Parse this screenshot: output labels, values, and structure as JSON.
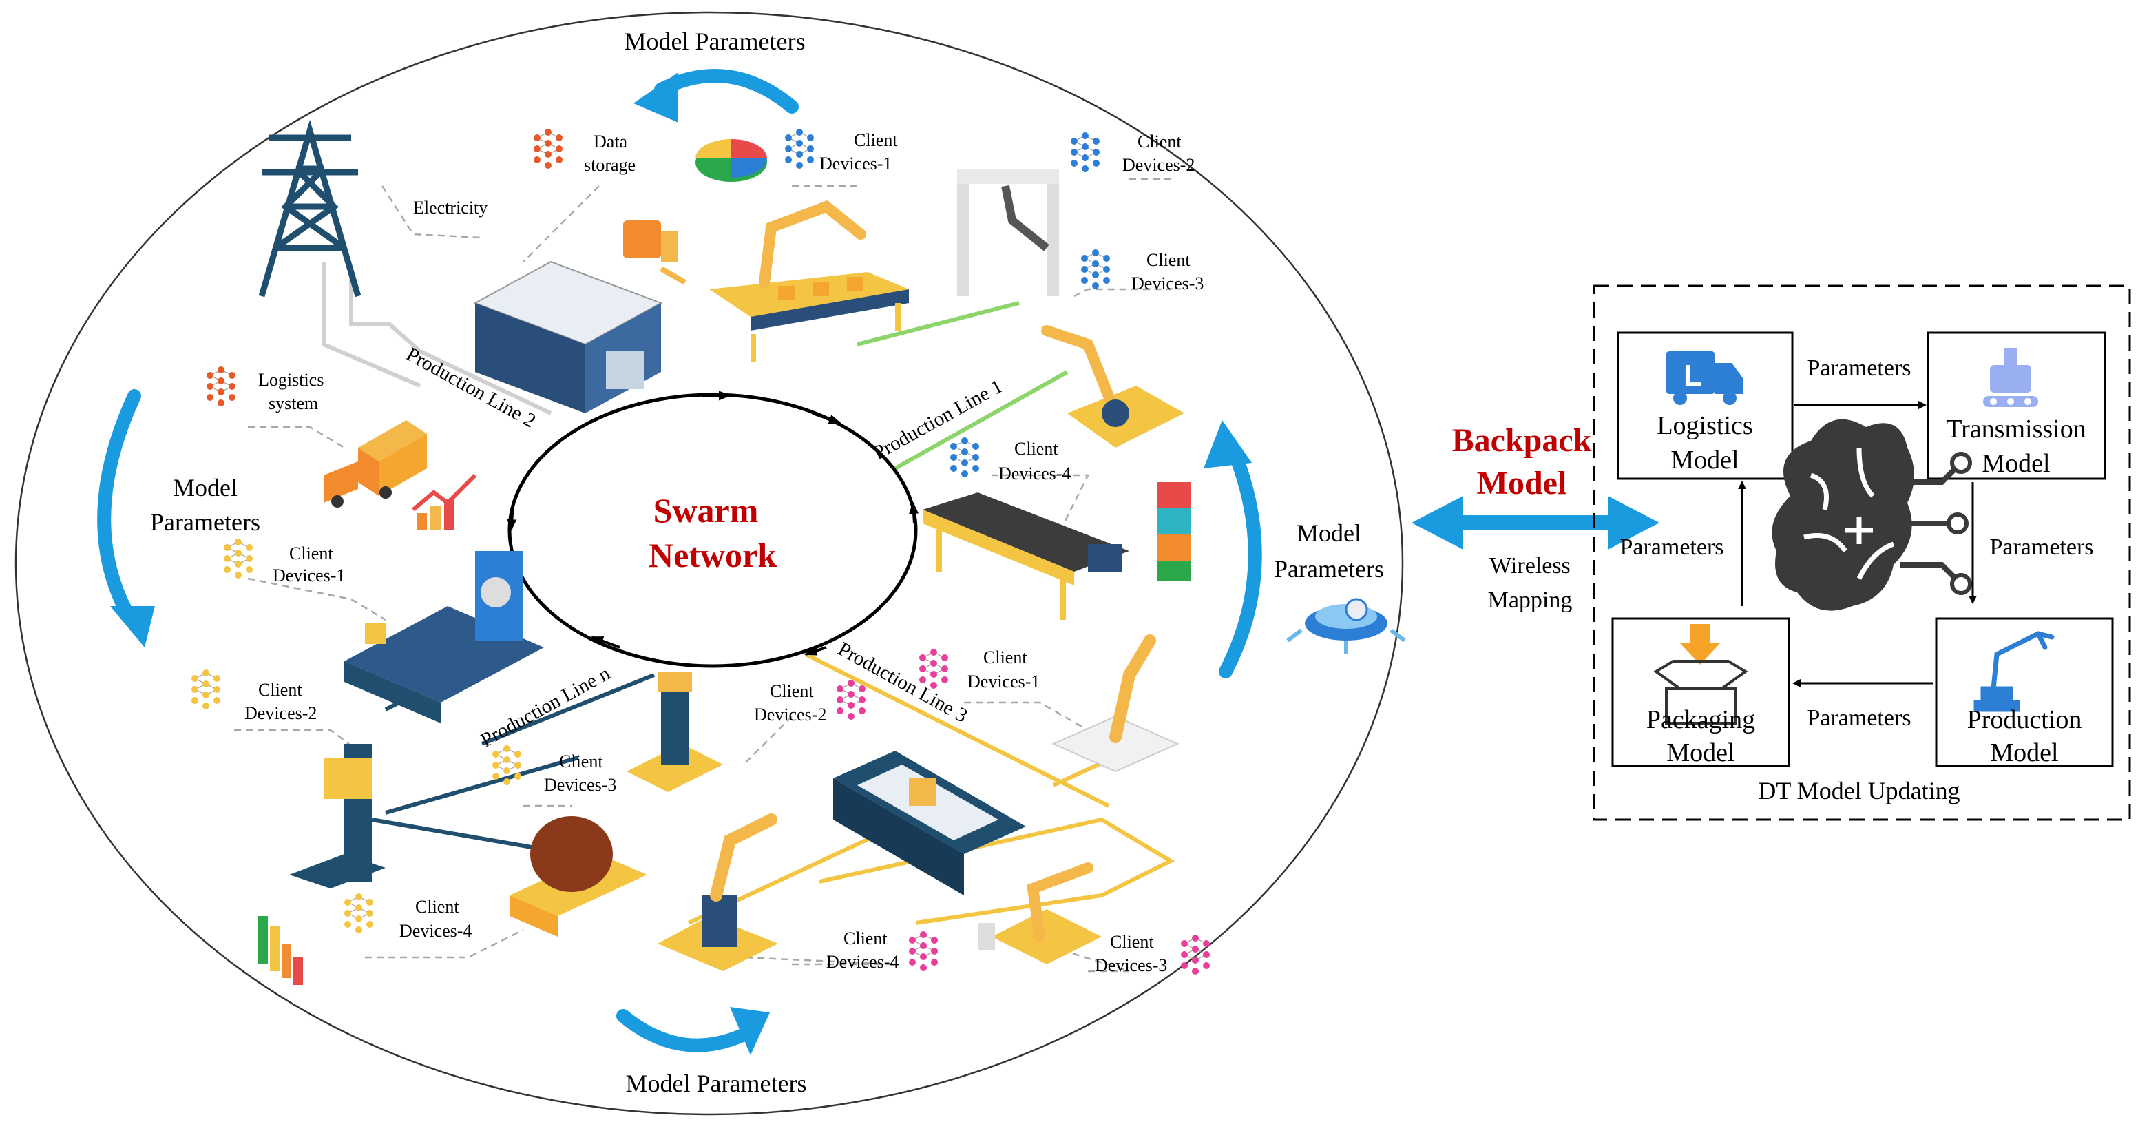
{
  "colors": {
    "swarm_title": "#c00000",
    "backpack_title": "#c00000",
    "arrow_blue": "#1a9be0",
    "line1_green": "#8dd46a",
    "line2_gray": "#d0d0d0",
    "line3_yellow": "#f4c542",
    "linen_navy": "#1f4e6e",
    "dashed_leader": "#a8a8a8",
    "icon_blue": "#2d7fd6",
    "icon_orange": "#f7a32a"
  },
  "swarm": {
    "line1": "Swarm",
    "line2": "Network"
  },
  "outer_params": {
    "top": "Model Parameters",
    "bottom": "Model Parameters",
    "left_line1": "Model",
    "left_line2": "Parameters",
    "right_line1": "Model",
    "right_line2": "Parameters"
  },
  "production_lines": {
    "line1": "Production Line 1",
    "line2": "Production Line 2",
    "line3": "Production Line 3",
    "linen": "Production Line n"
  },
  "labels": {
    "electricity": "Electricity",
    "data_storage_1": "Data",
    "data_storage_2": "storage",
    "logistics_1": "Logistics",
    "logistics_2": "system",
    "client": "Client",
    "dev1": "Devices-1",
    "dev2": "Devices-2",
    "dev3": "Devices-3",
    "dev4": "Devices-4"
  },
  "backpack": {
    "title_line1": "Backpack",
    "title_line2": "Model",
    "wireless_line1": "Wireless",
    "wireless_line2": "Mapping"
  },
  "dt_panel": {
    "caption": "DT Model Updating",
    "logistics_1": "Logistics",
    "logistics_2": "Model",
    "transmission_1": "Transmission",
    "transmission_2": "Model",
    "packaging_1": "Packaging",
    "packaging_2": "Model",
    "production_1": "Production",
    "production_2": "Model",
    "param_top": "Parameters",
    "param_right": "Parameters",
    "param_bottom": "Parameters",
    "param_left": "Parameters"
  },
  "icons": [
    "neural-net-icon",
    "pie-chart-icon",
    "power-tower-icon",
    "warehouse-icon",
    "forklift-icon",
    "robot-arm-icon",
    "conveyor-icon",
    "truck-icon",
    "lathe-icon",
    "drill-press-icon",
    "saw-icon",
    "milling-machine-icon",
    "growth-chart-icon",
    "bar-chart-icon",
    "signal-tower-icon",
    "sync-icon",
    "brain-circuit-icon",
    "delivery-truck-icon",
    "assembly-robot-icon",
    "box-icon"
  ]
}
